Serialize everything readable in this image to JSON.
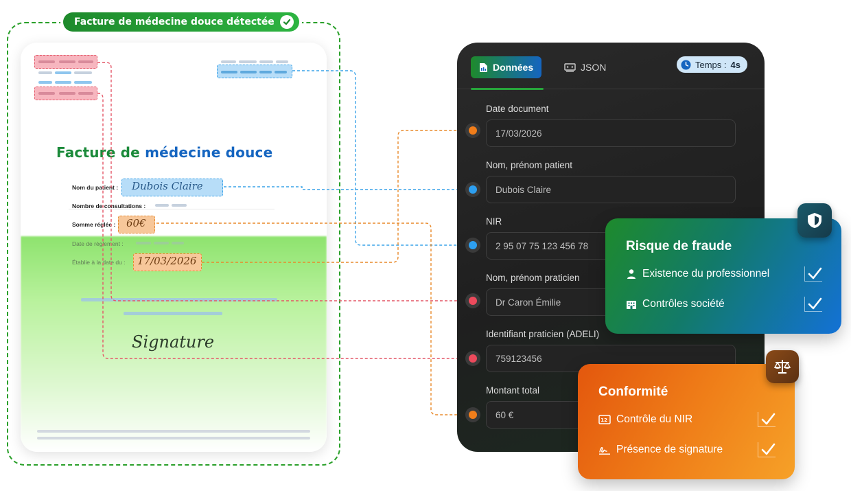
{
  "detection": {
    "badge_label": "Facture de médecine douce détectée"
  },
  "document": {
    "title_part1": "Facture de ",
    "title_part2": "médecine douce",
    "labels": {
      "patient_name": "Nom du patient :",
      "consultations": "Nombre de consultations :",
      "amount_paid": "Somme réglée :",
      "payment_date": "Date de règlement :",
      "issued_date": "Établie à la date du :"
    },
    "values": {
      "patient_name": "Dubois Claire",
      "amount_paid": "60€",
      "issued_date": "17/03/2026"
    },
    "signature": "Signature"
  },
  "panel": {
    "tabs": [
      {
        "label": "Données",
        "icon": "document-icon"
      },
      {
        "label": "JSON",
        "icon": "code-icon"
      }
    ],
    "timer": {
      "label": "Temps :",
      "value": "4s"
    },
    "fields": [
      {
        "label": "Date document",
        "value": "17/03/2026",
        "dot_color": "#f07d1a"
      },
      {
        "label": "Nom, prénom patient",
        "value": "Dubois Claire",
        "dot_color": "#2d9ff0"
      },
      {
        "label": "NIR",
        "value": "2 95 07 75 123 456 78",
        "dot_color": "#2d9ff0"
      },
      {
        "label": "Nom, prénom praticien",
        "value": "Dr Caron Émilie",
        "dot_color": "#ec4a5c"
      },
      {
        "label": "Identifiant praticien (ADELI)",
        "value": "759123456",
        "dot_color": "#ec4a5c"
      },
      {
        "label": "Montant total",
        "value": "60 €",
        "dot_color": "#f07d1a"
      }
    ]
  },
  "fraud_card": {
    "title": "Risque de fraude",
    "items": [
      {
        "label": "Existence du professionnel",
        "icon": "user-icon"
      },
      {
        "label": "Contrôles société",
        "icon": "building-icon"
      }
    ]
  },
  "conformity_card": {
    "title": "Conformité",
    "items": [
      {
        "label": "Contrôle du NIR",
        "icon": "id-card-icon"
      },
      {
        "label": "Présence de signature",
        "icon": "signature-icon"
      }
    ]
  },
  "colors": {
    "green": "#1e8a2c",
    "blue": "#1565c0",
    "orange": "#f07d1a",
    "red": "#ec4a5c"
  }
}
